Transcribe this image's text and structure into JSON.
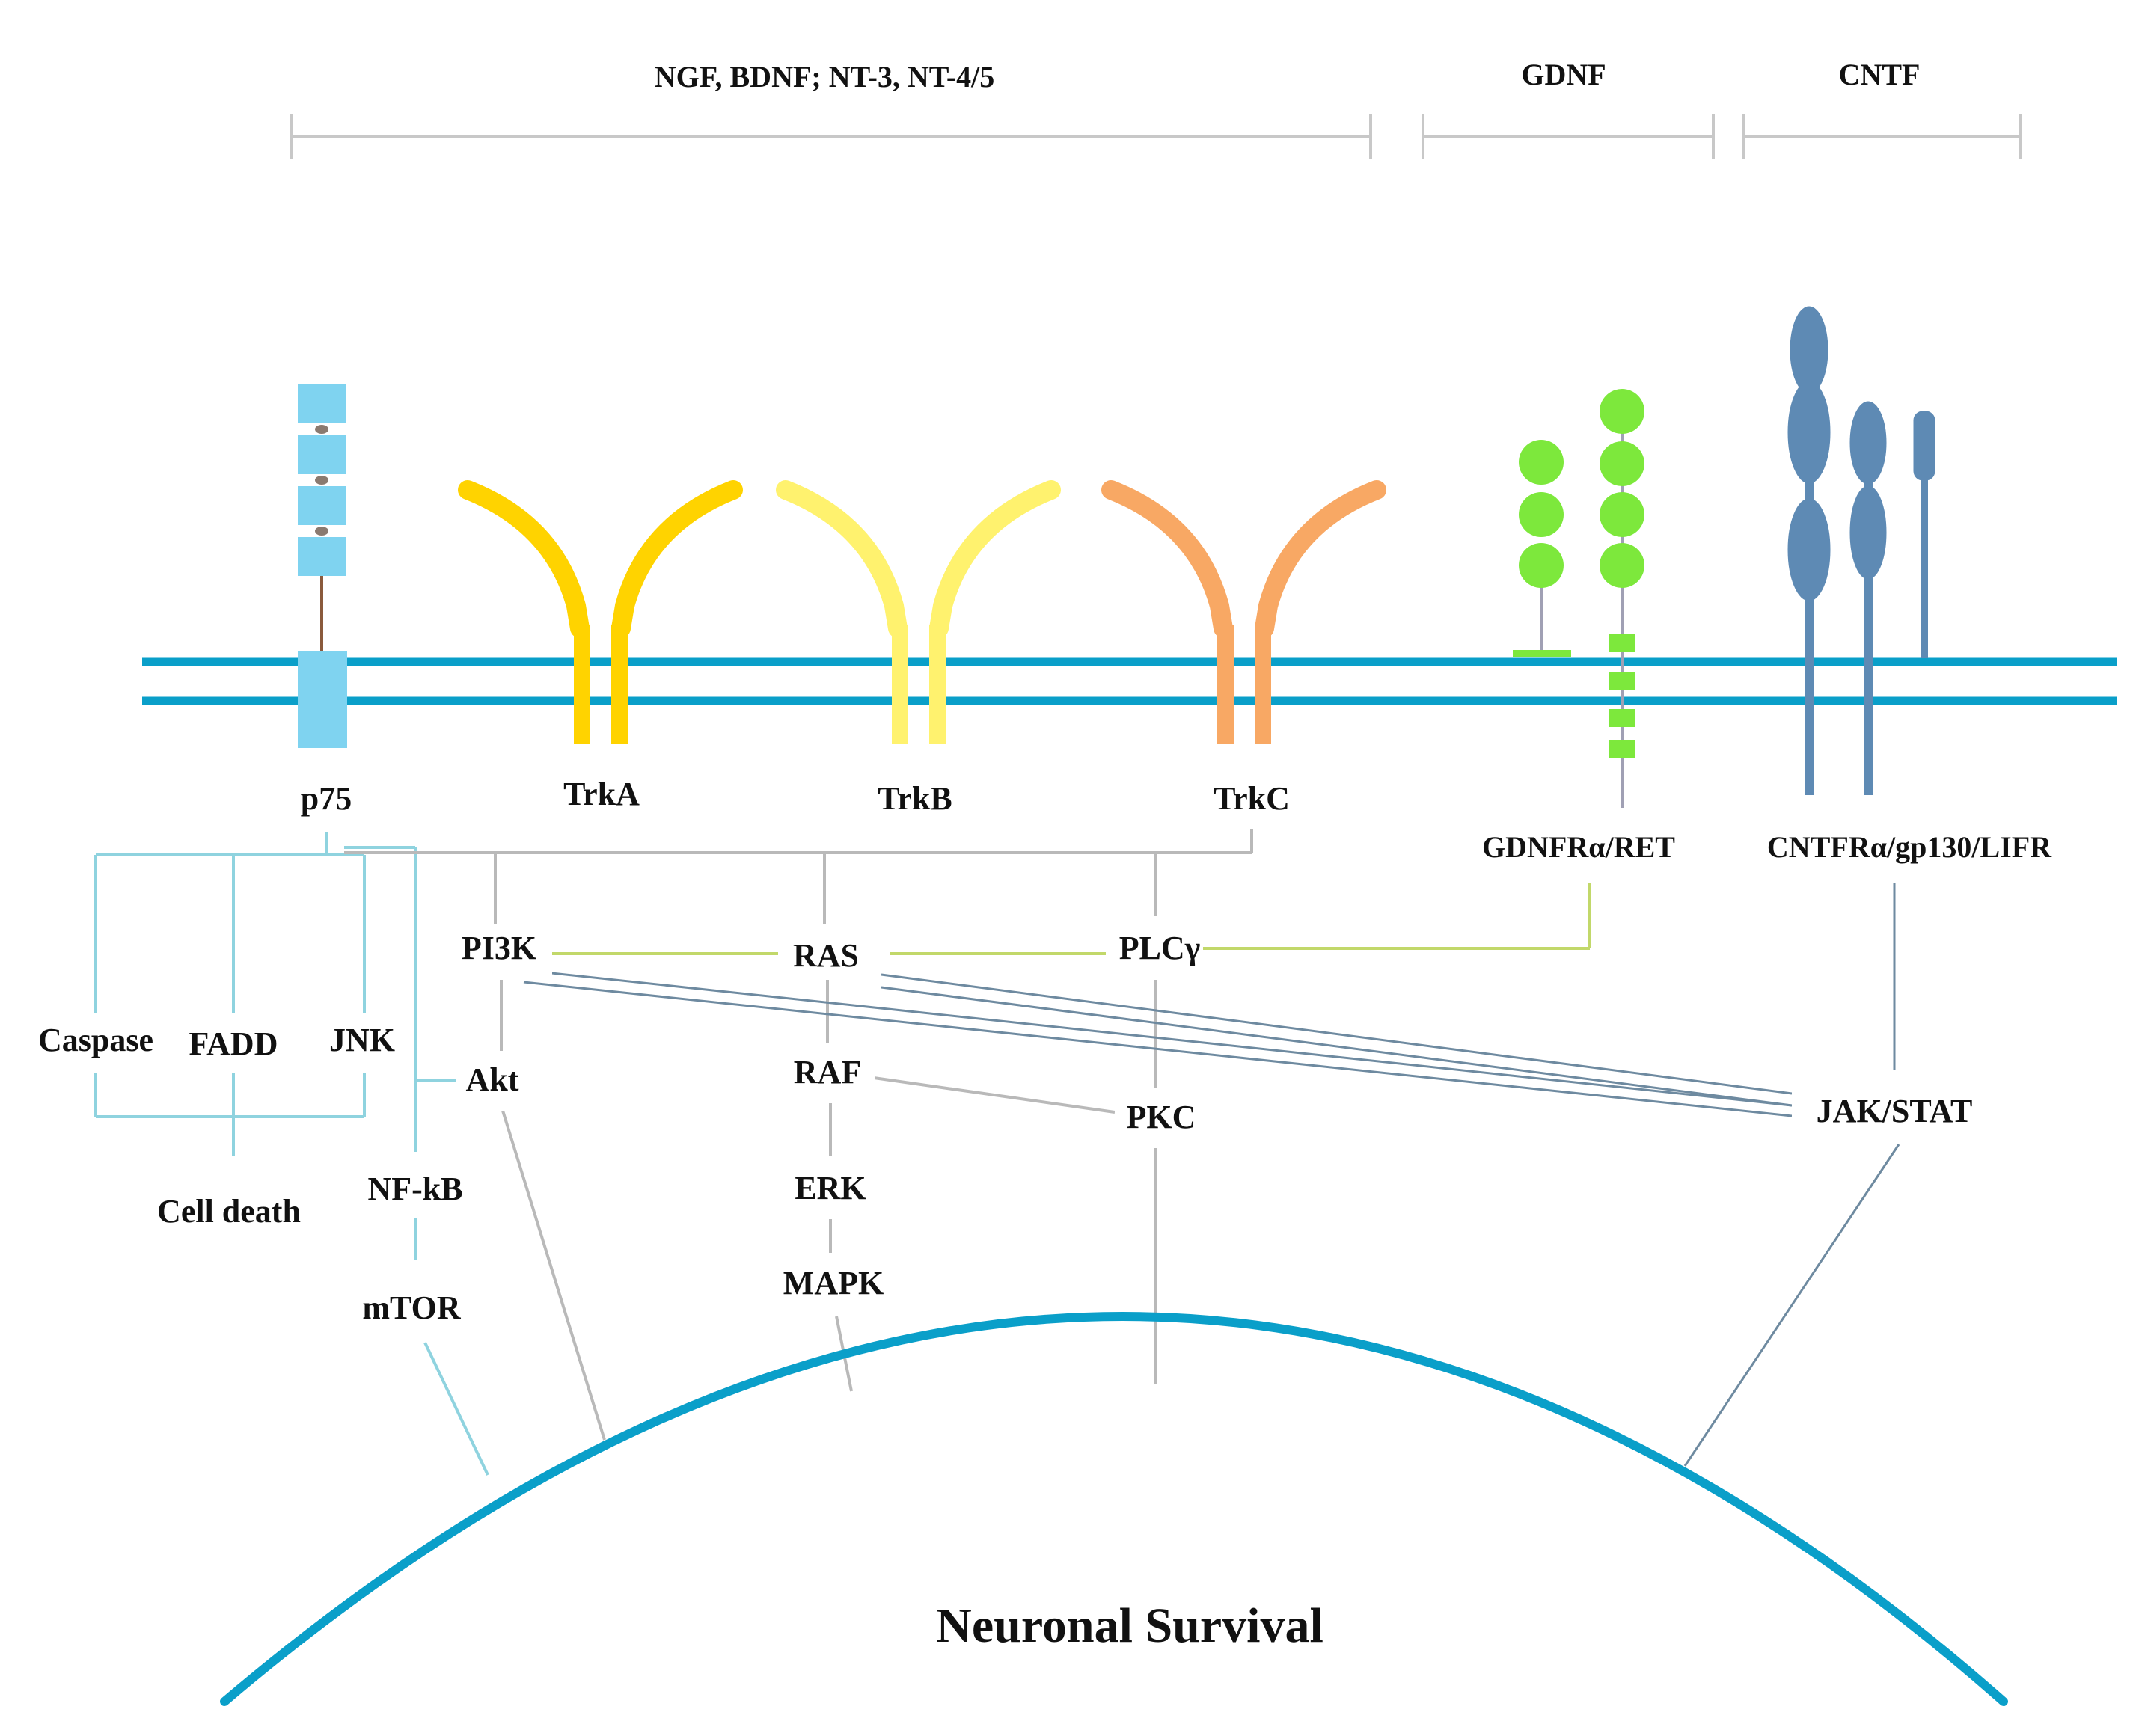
{
  "colors": {
    "membrane": "#0a9fc9",
    "nucleus": "#0a9fc9",
    "bracket": "#c8c8c8",
    "p75": "#7fd3f0",
    "trkA": "#ffd300",
    "trkB": "#fff26e",
    "trkC": "#f8a864",
    "gdnf": "#7de83c",
    "cntf": "#5e8ab4",
    "p75_lines": "#8fd3df",
    "gray_lines": "#b9b9b9",
    "green_lines": "#c2d86a",
    "blue_lines": "#6e8aa0"
  },
  "ligands": {
    "neurotrophins": "NGF, BDNF; NT-3, NT-4/5",
    "gdnf": "GDNF",
    "cntf": "CNTF"
  },
  "receptors": {
    "p75": "p75",
    "trkA": "TrkA",
    "trkB": "TrkB",
    "trkC": "TrkC",
    "gdnfr": "GDNFRα/RET",
    "cntfr": "CNTFRα/gp130/LIFR"
  },
  "nodes": {
    "caspase": "Caspase",
    "fadd": "FADD",
    "jnk": "JNK",
    "cell_death": "Cell death",
    "nfkb": "NF-kB",
    "mtor": "mTOR",
    "pi3k": "PI3K",
    "akt": "Akt",
    "ras": "RAS",
    "raf": "RAF",
    "erk": "ERK",
    "mapk": "MAPK",
    "plcg": "PLCγ",
    "pkc": "PKC",
    "jakstat": "JAK/STAT"
  },
  "outcome": "Neuronal Survival"
}
